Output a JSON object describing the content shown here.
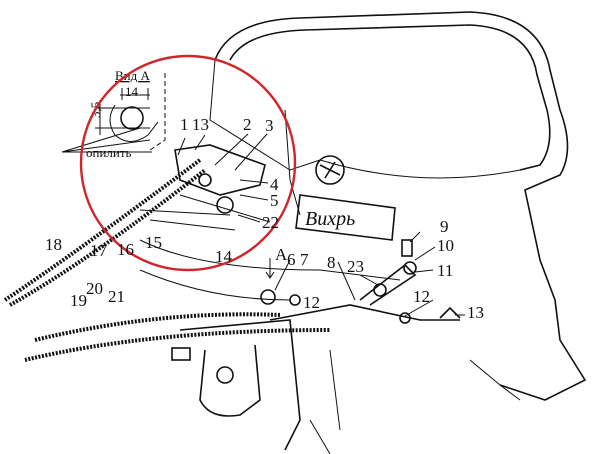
{
  "diagram": {
    "brand_label": "Вихрь",
    "detail_view": {
      "title": "Вид А",
      "dimension_width": "14",
      "dimension_height": "3,5",
      "note": "опилить"
    },
    "view_arrow_label": "А",
    "callouts": [
      "1",
      "13",
      "2",
      "3",
      "4",
      "5",
      "22",
      "14",
      "15",
      "16",
      "17",
      "18",
      "20",
      "19",
      "21",
      "6",
      "7",
      "8",
      "23",
      "9",
      "10",
      "11",
      "12",
      "12",
      "13"
    ],
    "colors": {
      "highlight_circle": "#d0262b",
      "ink": "#111111"
    }
  }
}
